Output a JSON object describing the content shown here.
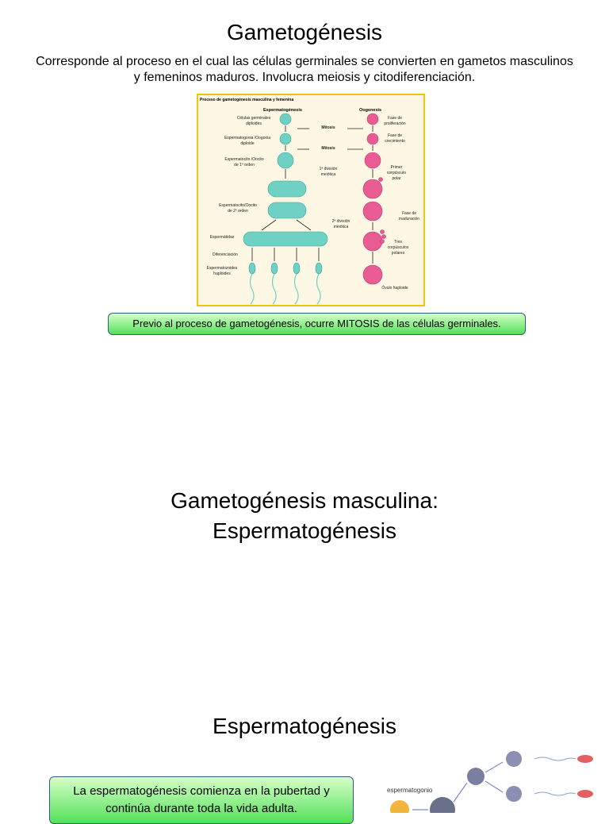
{
  "slide1": {
    "title": "Gametogénesis",
    "intro": "Corresponde al proceso en el cual las células germinales se convierten en gametos masculinos y femeninos maduros. Involucra meiosis y citodiferenciación.",
    "diagram": {
      "header": "Proceso de gametogénesis masculina y femenina",
      "col_male": "Espermatogénesis",
      "col_female": "Oogenesis",
      "left_labels": [
        "Células germinales",
        "diploides",
        "Espermatogonia /Oogonia",
        "diploide",
        "Espermatocito /Oocito",
        "de 1º orden",
        "Espermatocito/Oocito",
        "de 2º orden",
        "Espermátidas",
        "Diferenciación",
        "Espermatozoides",
        "haploides"
      ],
      "mid_labels": [
        "Mitosis",
        "Mitosis",
        "1ª división",
        "meiótica",
        "2ª división",
        "meiótica"
      ],
      "right_labels": [
        "Fase de",
        "proliferación",
        "Fase de",
        "crecimiento",
        "Primer",
        "corpúsculo",
        "polar",
        "Fase de",
        "maduración",
        "Tres",
        "corpúsculos",
        "polares",
        "Óvulo haploide"
      ]
    },
    "note": "Previo al proceso de gametogénesis, ocurre MITOSIS de las células germinales."
  },
  "slide2": {
    "title_line1": "Gametogénesis masculina:",
    "title_line2": "Espermatogénesis"
  },
  "slide3": {
    "title": "Espermatogénesis",
    "note": "La espermatogénesis comienza en la pubertad y continúa durante toda la vida adulta.",
    "image_label": "espermatogonio"
  },
  "colors": {
    "male_cell": "#6fd1c3",
    "female_cell": "#e95c93",
    "frame": "#f1c40f",
    "note_green": "#54e05a"
  }
}
